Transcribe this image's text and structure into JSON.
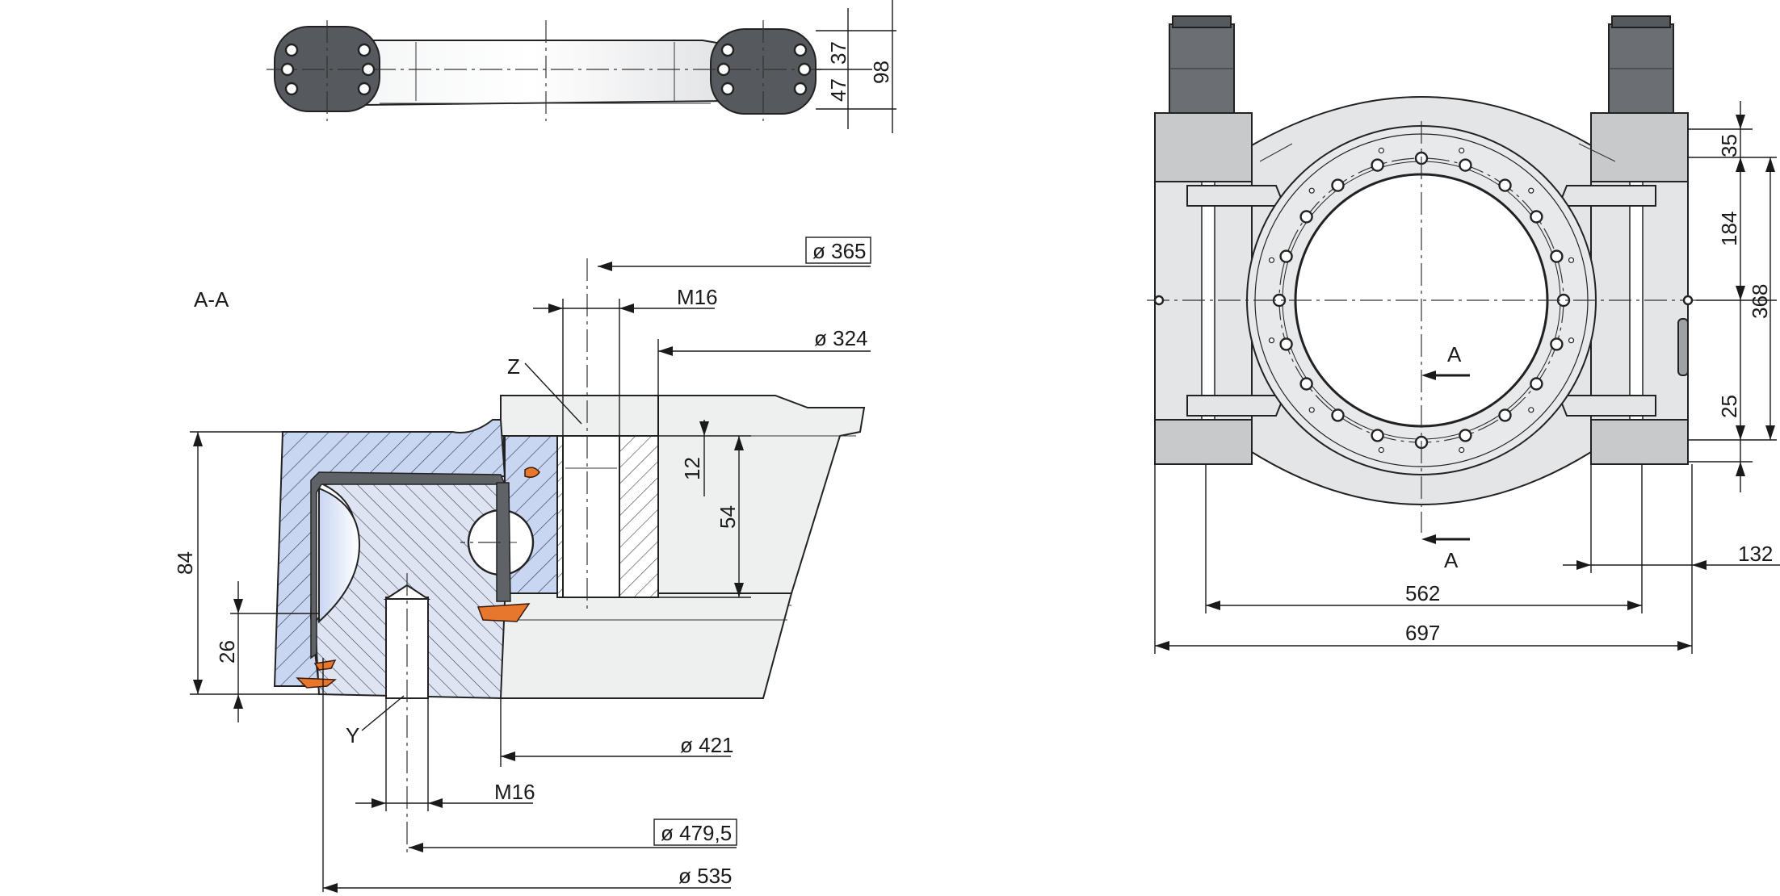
{
  "section_label": "A-A",
  "cut_label_top": "A",
  "cut_label_bottom": "A",
  "detail_labels": {
    "z": "Z",
    "y": "Y"
  },
  "section_dims": {
    "d365": "ø 365",
    "m16_top": "M16",
    "d324": "ø 324",
    "d421": "ø 421",
    "m16_bottom": "M16",
    "d479": "ø 479,5",
    "d535": "ø 535",
    "h84": "84",
    "h26": "26",
    "h12": "12",
    "h54": "54"
  },
  "side_dims": {
    "h37": "37",
    "h47": "47",
    "h98": "98"
  },
  "front_dims": {
    "h35": "35",
    "h184": "184",
    "h368": "368",
    "h25": "25",
    "w132": "132",
    "w562": "562",
    "w697": "697"
  },
  "colors": {
    "housing": "#e4e5e6",
    "motor": "#6b6e72",
    "section_hatch": "#c9d6f2",
    "seal": "#e8772e"
  }
}
